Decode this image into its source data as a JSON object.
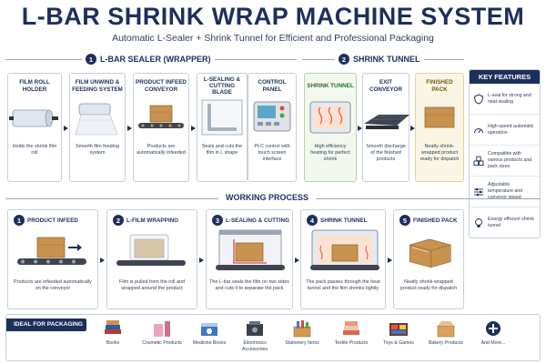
{
  "header": {
    "title": "L-BAR SHRINK WRAP MACHINE SYSTEM",
    "subtitle": "Automatic L-Sealer + Shrink Tunnel for Efficient and Professional Packaging"
  },
  "section1": {
    "number": "1",
    "title": "L-BAR SEALER (WRAPPER)"
  },
  "section2": {
    "number": "2",
    "title": "SHRINK TUNNEL"
  },
  "components": [
    {
      "title": "FILM ROLL HOLDER",
      "desc": "Holds the shrink film roll",
      "icon": "film-roll-icon"
    },
    {
      "title": "FILM UNWIND & FEEDING SYSTEM",
      "desc": "Smooth film feeding system",
      "icon": "film-unwind-icon"
    },
    {
      "title": "PRODUCT INFEED CONVEYOR",
      "desc": "Products are automatically infeeded",
      "icon": "infeed-conveyor-icon"
    },
    {
      "title": "L-SEALING & CUTTING BLADE",
      "desc": "Seals and cuts the film in L shape",
      "icon": "l-blade-icon"
    },
    {
      "title": "CONTROL PANEL",
      "desc": "PLC control with touch screen interface",
      "icon": "control-panel-icon"
    },
    {
      "title": "SHRINK TUNNEL",
      "desc": "High efficiency heating for perfect shrink",
      "icon": "shrink-tunnel-icon"
    },
    {
      "title": "EXIT CONVEYOR",
      "desc": "Smooth discharge of the finished products",
      "icon": "exit-conveyor-icon"
    },
    {
      "title": "FINISHED PACK",
      "desc": "Neatly shrink-wrapped product ready for dispatch",
      "icon": "finished-pack-icon"
    }
  ],
  "key_features": {
    "title": "KEY FEATURES",
    "items": [
      {
        "text": "L-seal for strong and neat sealing",
        "icon": "shield-icon"
      },
      {
        "text": "High-speed automatic operation",
        "icon": "speed-icon"
      },
      {
        "text": "Compatible with various products and pack sizes",
        "icon": "boxes-icon"
      },
      {
        "text": "Adjustable temperature and conveyor speed",
        "icon": "sliders-icon"
      },
      {
        "text": "Energy efficient shrink tunnel",
        "icon": "bulb-icon"
      }
    ]
  },
  "working_process": {
    "title": "WORKING PROCESS",
    "steps": [
      {
        "number": "1",
        "title": "PRODUCT INFEED",
        "desc": "Products are infeeded automatically on the conveyor"
      },
      {
        "number": "2",
        "title": "L-FILM WRAPPING",
        "desc": "Film is pulled from the roll and wrapped around the product"
      },
      {
        "number": "3",
        "title": "L-SEALING & CUTTING",
        "desc": "The L-bar seals the film on two sides and cuts it to separate the pack"
      },
      {
        "number": "4",
        "title": "SHRINK TUNNEL",
        "desc": "The pack passes through the heat tunnel and the film shrinks tightly"
      },
      {
        "number": "5",
        "title": "FINISHED PACK",
        "desc": "Neatly shrink-wrapped product ready for dispatch"
      }
    ]
  },
  "ideal": {
    "title": "IDEAL FOR PACKAGING",
    "items": [
      {
        "label": "Books",
        "icon": "books-icon",
        "color": "#b23a3a"
      },
      {
        "label": "Cosmetic Products",
        "icon": "cosmetics-icon",
        "color": "#e7a9b7"
      },
      {
        "label": "Medicine Boxes",
        "icon": "medicine-icon",
        "color": "#3d78c6"
      },
      {
        "label": "Electronics Accessories",
        "icon": "electronics-icon",
        "color": "#3a3f4a"
      },
      {
        "label": "Stationery Items",
        "icon": "stationery-icon",
        "color": "#d49a4f"
      },
      {
        "label": "Textile Products",
        "icon": "textile-icon",
        "color": "#d9684f"
      },
      {
        "label": "Toys & Games",
        "icon": "toys-icon",
        "color": "#6d3c2a"
      },
      {
        "label": "Bakery Products",
        "icon": "bakery-icon",
        "color": "#d8a25e"
      },
      {
        "label": "And More...",
        "icon": "plus-icon",
        "color": "#1d2f5c"
      }
    ]
  },
  "colors": {
    "navy": "#1d2f5c",
    "green": "#2e6b2a",
    "box": "#c8924f"
  }
}
